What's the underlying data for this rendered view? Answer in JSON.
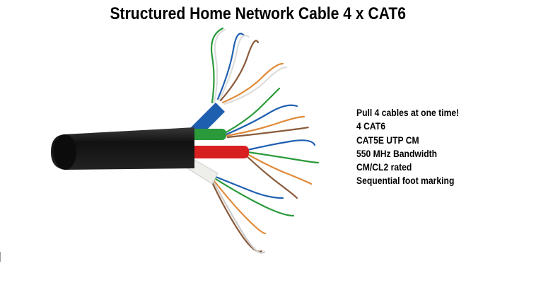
{
  "title": "Structured Home Network Cable 4 x CAT6",
  "features": [
    "Pull 4 cables at one time!",
    "4 CAT6",
    "CAT5E UTP CM",
    "550 MHz Bandwidth",
    "CM/CL2 rated",
    "Sequential foot marking"
  ],
  "colors": {
    "jacket": "#1a1a1a",
    "blue": "#1f5fb0",
    "green": "#2a9a3a",
    "red": "#d82020",
    "white": "#eeeeea",
    "orange": "#e08a3a",
    "brown": "#8a5a3a"
  }
}
